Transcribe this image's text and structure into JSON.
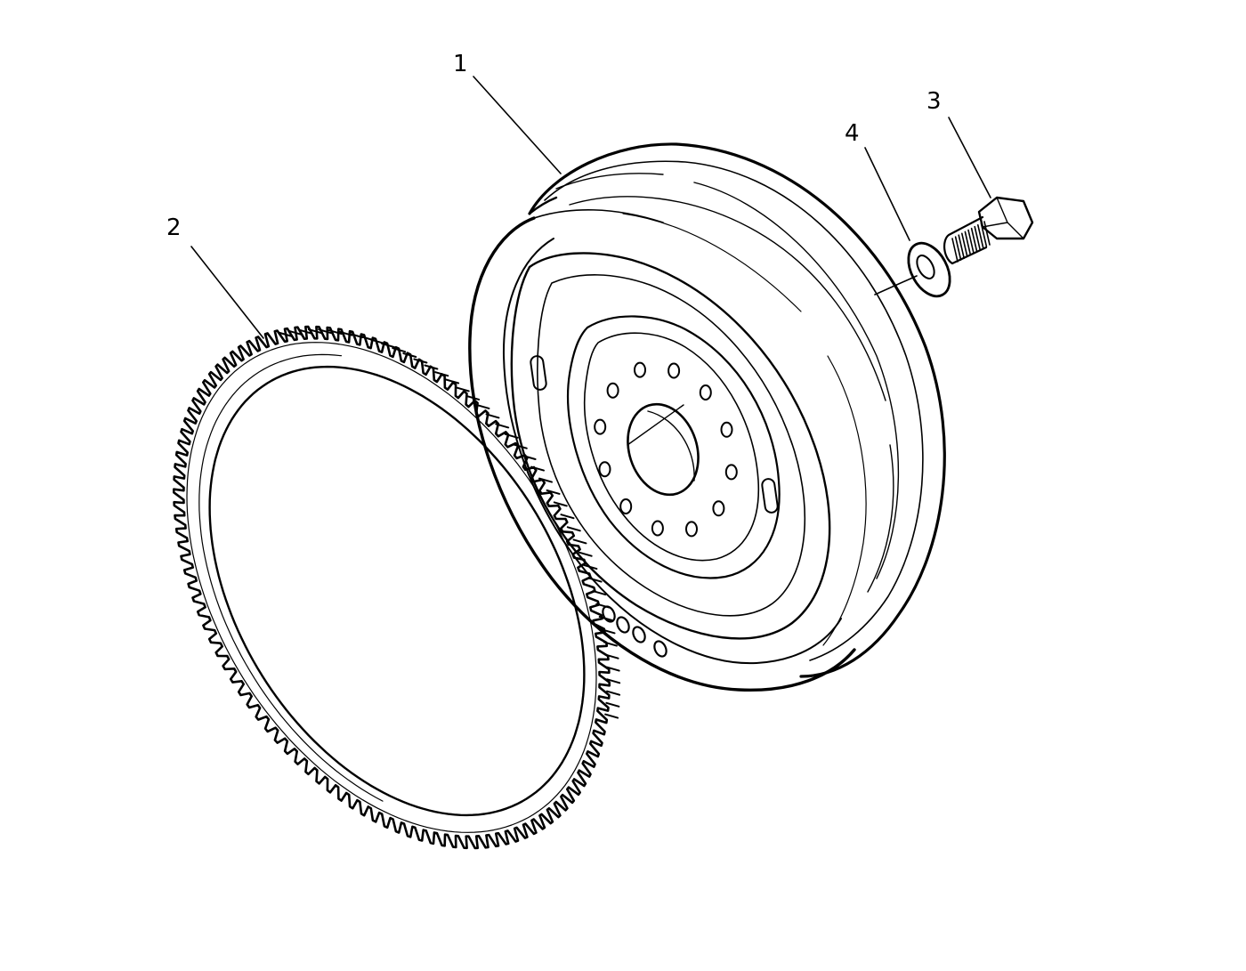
{
  "callouts": [
    {
      "id": "1",
      "text": "1"
    },
    {
      "id": "2",
      "text": "2"
    },
    {
      "id": "3",
      "text": "3"
    },
    {
      "id": "4",
      "text": "4"
    }
  ],
  "ink_color": "#000000",
  "background": "#ffffff"
}
